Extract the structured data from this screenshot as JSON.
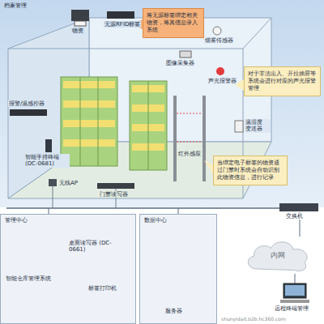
{
  "diagram": {
    "nodes": [
      {
        "text": [
          "档案管理"
        ]
      },
      {
        "text": [
          "将无源标签绑定相关物资，将其信息录入系统"
        ],
        "in": 0
      },
      {
        "text": [
          "对于非法出入、开拉抽屉等系统会进行对应的声光报警管理"
        ],
        "in": 0
      },
      {
        "text": [
          "当绑定电子标签的物资通过门禁时系统会自动识别此物资信息，进行记录"
        ],
        "in": 0
      },
      {
        "text": [
          "管理中心"
        ]
      },
      {
        "text": [
          "数据中心"
        ]
      },
      {
        "text": [
          "内网"
        ]
      }
    ],
    "labels": [
      "物资",
      "无源RFID标签",
      "烟雾传感器",
      "图像采集器",
      "声光报警器",
      "温湿度 变送器",
      "红外感应",
      "报警/温感控器",
      "智能手持终端 (DC-0681)",
      "无线AP",
      "门禁读写器",
      "交换机",
      "桌面读写器 (DC-0661)",
      "智能仓库管理系统",
      "标签打印机",
      "服务器",
      "远程终端管理",
      "shunyidait.b2b.hc360.com"
    ]
  }
}
